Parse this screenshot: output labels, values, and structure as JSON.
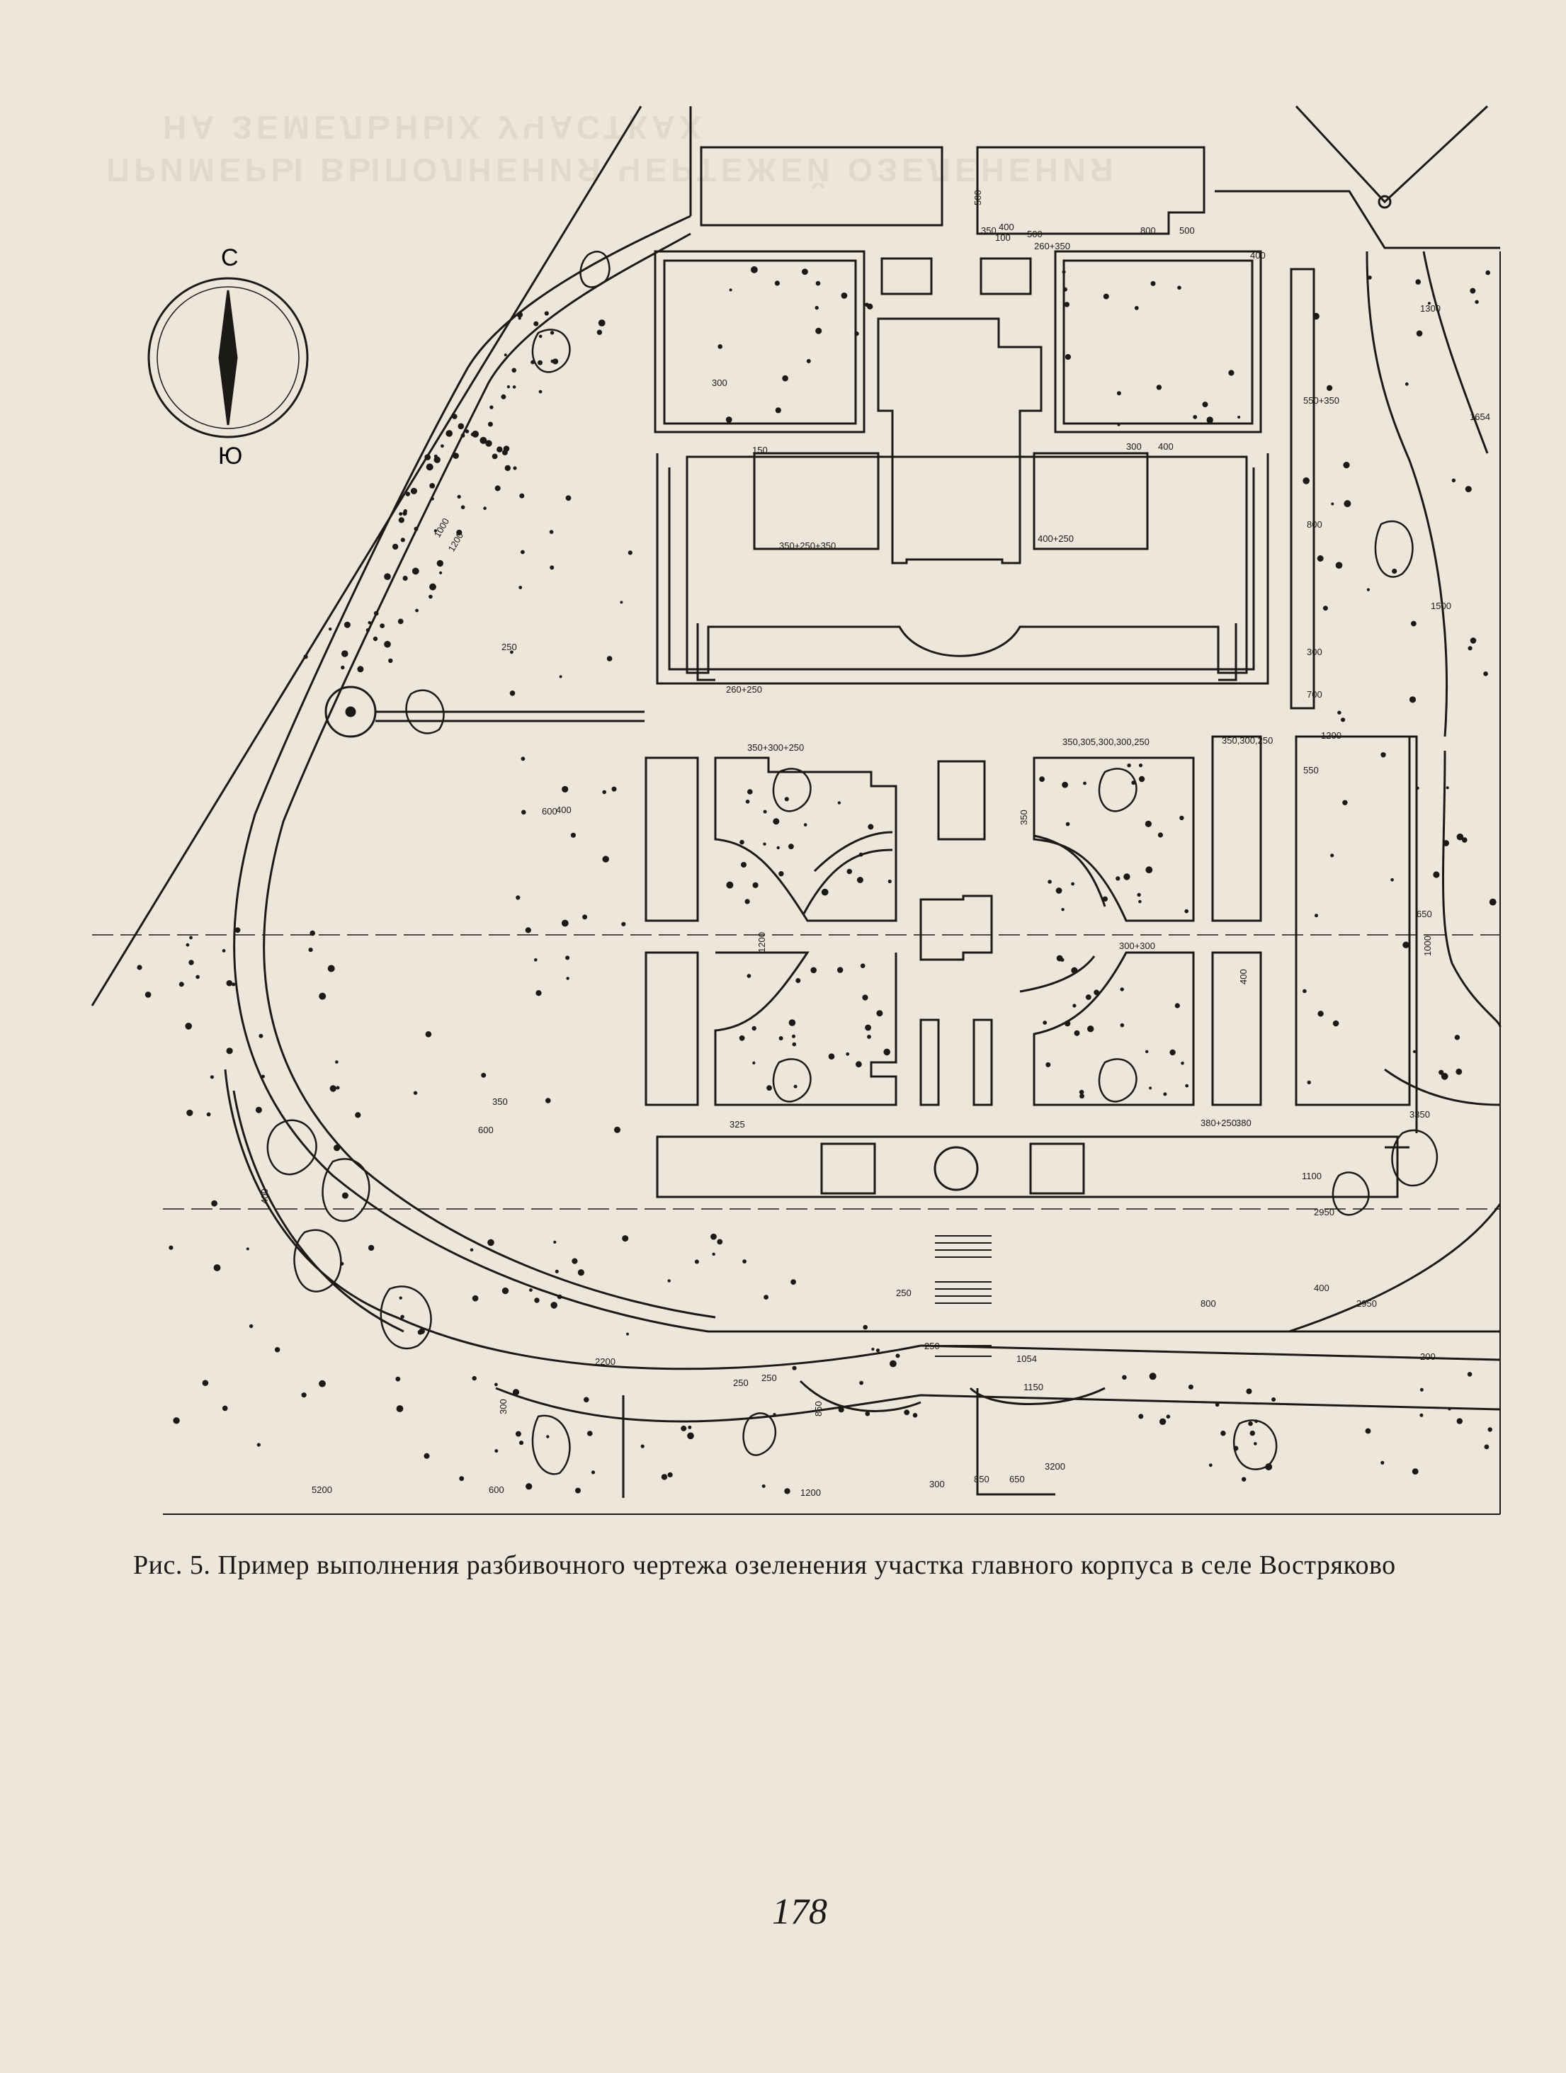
{
  "compass": {
    "north": "С",
    "south": "Ю"
  },
  "dimensions": {
    "d500a": "500",
    "d350": "350",
    "d400a": "400",
    "d100": "100",
    "d500b": "500",
    "d800": "800",
    "d500c": "500",
    "d260_350": "260+350",
    "d400b": "400",
    "d1300": "1300",
    "d550_350": "550+350",
    "d1654": "1654",
    "d300a": "300",
    "d400c": "400",
    "d300b": "300",
    "d150": "150",
    "d350_250_350": "350+250+350",
    "d400_250": "400+250",
    "d1500": "1500",
    "d800b": "800",
    "d700": "700",
    "d300c": "300",
    "d260_250": "260+250",
    "d1200": "1200",
    "d550": "550",
    "d1000": "1000",
    "d1200b": "1200",
    "d250": "250",
    "d400d": "400",
    "d600": "600",
    "d350_300_250": "350+300+250",
    "d350_305": "350,305,300,300,250",
    "d350_300": "350,300,250",
    "d650": "650",
    "d1000b": "1000",
    "d300_300": "300+300",
    "d400e": "400",
    "d380": "380",
    "d380_250": "380+250",
    "d3350": "3350",
    "d1100": "1100",
    "d2950": "2950",
    "d2950b": "2950",
    "d800c": "800",
    "d400f": "400",
    "d200": "200",
    "d250b": "250",
    "d250c": "250",
    "d2200": "2200",
    "d1054": "1054",
    "d1150": "1150",
    "d250d": "250",
    "d850": "850",
    "d3200": "3200",
    "d850b": "850",
    "d650b": "650",
    "d300d": "300",
    "d1200c": "1200",
    "d5200": "5200",
    "d600b": "600",
    "d250e": "250",
    "d325": "325",
    "d400g": "400",
    "d3506": "350",
    "d600c": "600",
    "d300e": "300",
    "d1200d": "1200",
    "d350e": "350"
  },
  "caption": "Рис. 5. Пример выполнения разбивочного чертежа озеленения участка главного корпуса в селе Востряково",
  "page_number": "178"
}
